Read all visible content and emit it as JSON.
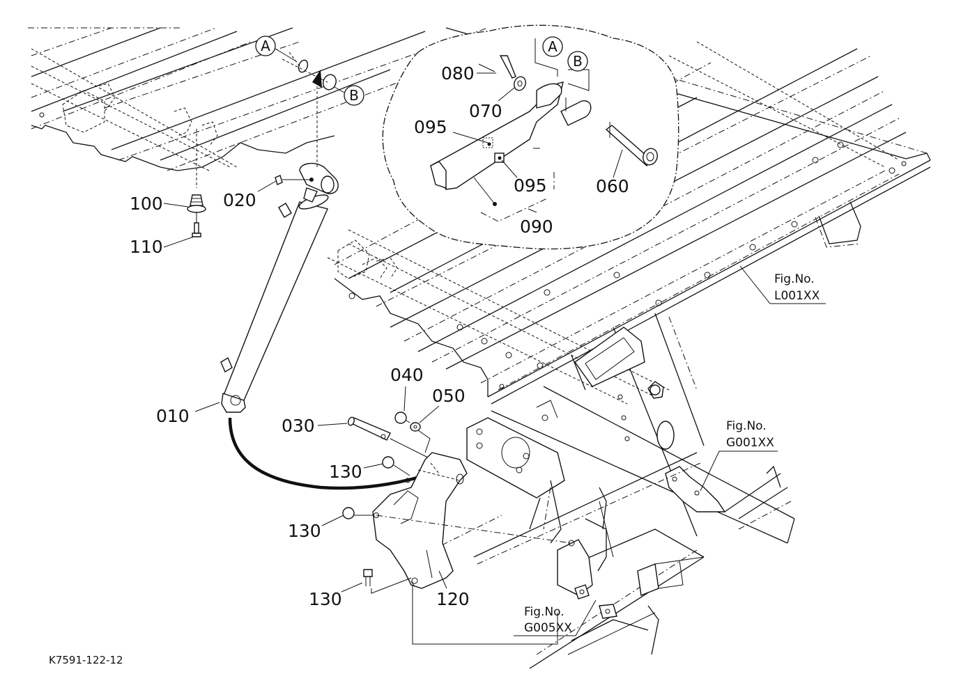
{
  "diagram": {
    "type": "exploded parts diagram",
    "drawing_code": "K7591-122-12",
    "reference_markers": [
      {
        "id": "marker-a",
        "text": "A"
      },
      {
        "id": "marker-b",
        "text": "B"
      },
      {
        "id": "detail-marker-a",
        "text": "A"
      },
      {
        "id": "detail-marker-b",
        "text": "B"
      }
    ],
    "part_labels": {
      "p010": "010",
      "p020": "020",
      "p030": "030",
      "p040": "040",
      "p050": "050",
      "p060": "060",
      "p070": "070",
      "p080": "080",
      "p090": "090",
      "p095a": "095",
      "p095b": "095",
      "p100": "100",
      "p110": "110",
      "p120": "120",
      "p130a": "130",
      "p130b": "130",
      "p130c": "130"
    },
    "figure_refs": [
      {
        "line1": "Fig.No.",
        "line2": "L001XX"
      },
      {
        "line1": "Fig.No.",
        "line2": "G001XX"
      },
      {
        "line1": "Fig.No.",
        "line2": "G005XX"
      }
    ]
  }
}
